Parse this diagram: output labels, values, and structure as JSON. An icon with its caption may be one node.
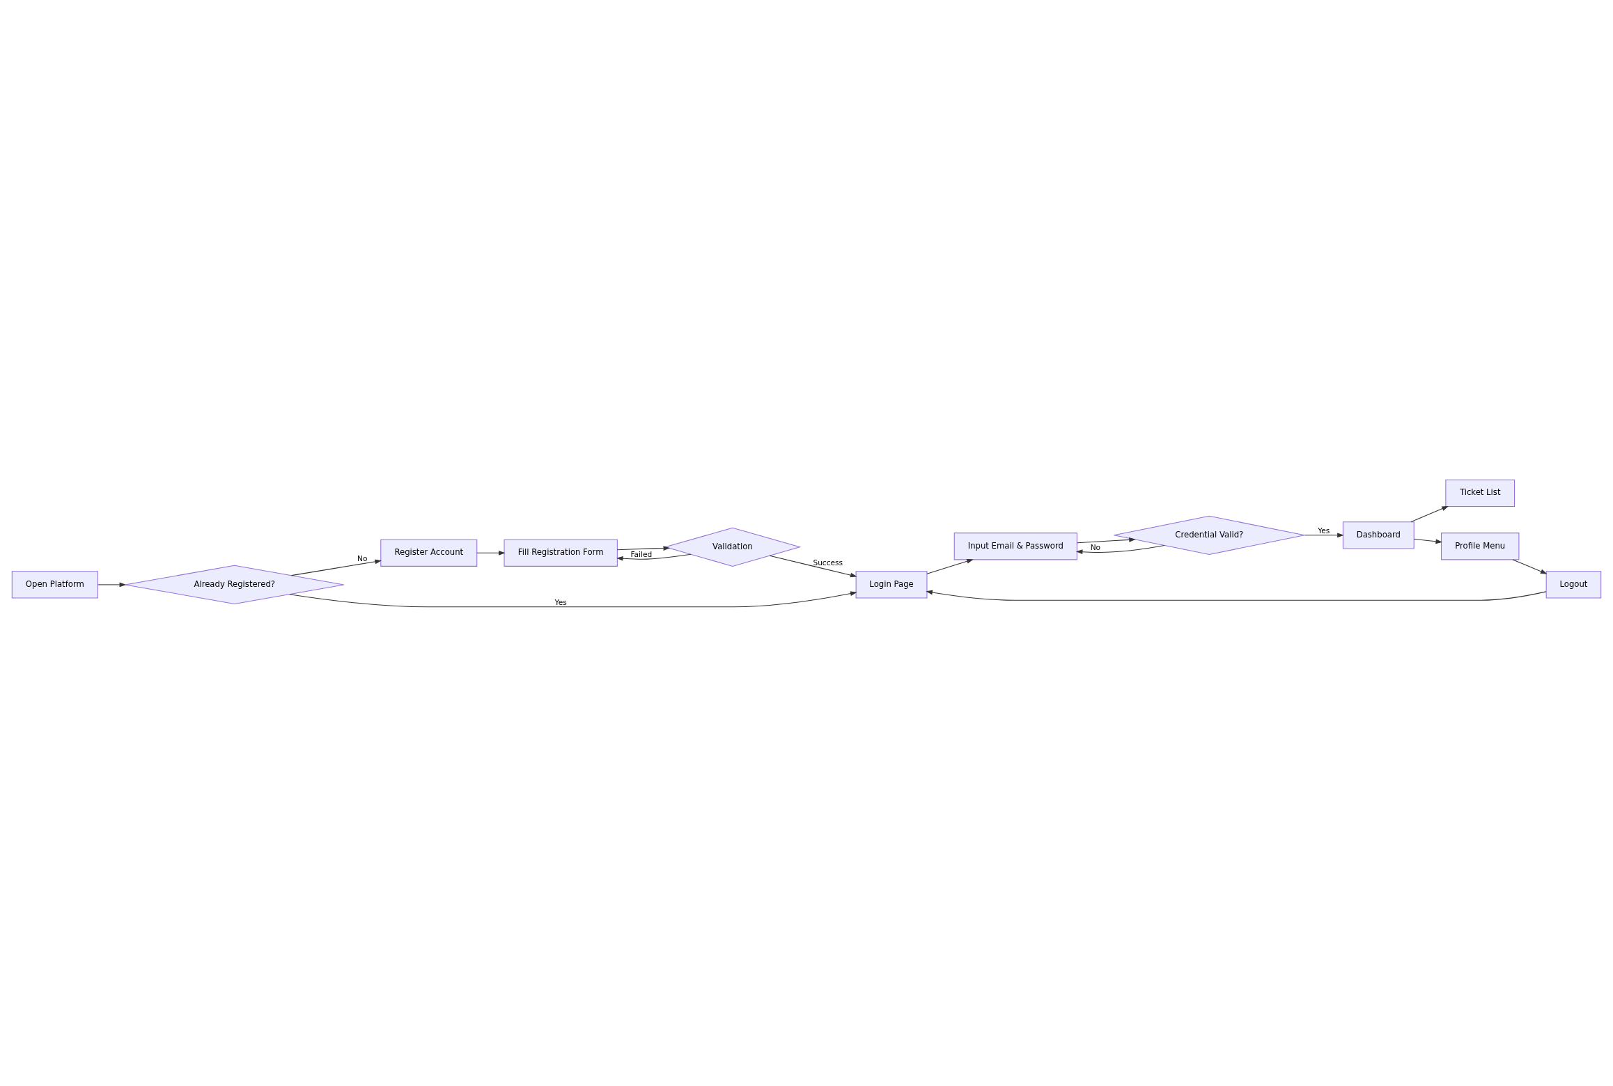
{
  "diagram": {
    "nodes": [
      {
        "text": [
          "Open Platform"
        ]
      },
      {
        "text": [
          "Already Registered?"
        ]
      },
      {
        "text": [
          "Register Account"
        ]
      },
      {
        "text": [
          "Fill Registration Form"
        ]
      },
      {
        "text": [
          "Validation"
        ]
      },
      {
        "text": [
          "Login Page"
        ]
      },
      {
        "text": [
          "Input Email & Password"
        ]
      },
      {
        "text": [
          "Credential Valid?"
        ]
      },
      {
        "text": [
          "Dashboard"
        ]
      },
      {
        "text": [
          "Ticket List"
        ]
      },
      {
        "text": [
          "Profile Menu"
        ]
      },
      {
        "text": [
          "Logout"
        ]
      }
    ],
    "edges": [
      {
        "from": 0,
        "to": 1,
        "arrow": "to"
      },
      {
        "from": 1,
        "to": 2,
        "arrow": "to",
        "label": "No"
      },
      {
        "from": 2,
        "to": 3,
        "arrow": "to"
      },
      {
        "from": 3,
        "to": 4,
        "arrow": "to"
      },
      {
        "from": 4,
        "to": 3,
        "arrow": "to",
        "label": "Failed"
      },
      {
        "from": 4,
        "to": 5,
        "arrow": "to",
        "label": "Success"
      },
      {
        "from": 1,
        "to": 5,
        "arrow": "to",
        "label": "Yes"
      },
      {
        "from": 5,
        "to": 6,
        "arrow": "to"
      },
      {
        "from": 6,
        "to": 7,
        "arrow": "to"
      },
      {
        "from": 7,
        "to": 6,
        "arrow": "to",
        "label": "No"
      },
      {
        "from": 7,
        "to": 8,
        "arrow": "to",
        "label": "Yes"
      },
      {
        "from": 8,
        "to": 9,
        "arrow": "to"
      },
      {
        "from": 8,
        "to": 10,
        "arrow": "to"
      },
      {
        "from": 10,
        "to": 11,
        "arrow": "to"
      },
      {
        "from": 11,
        "to": 5,
        "arrow": "to"
      }
    ]
  }
}
